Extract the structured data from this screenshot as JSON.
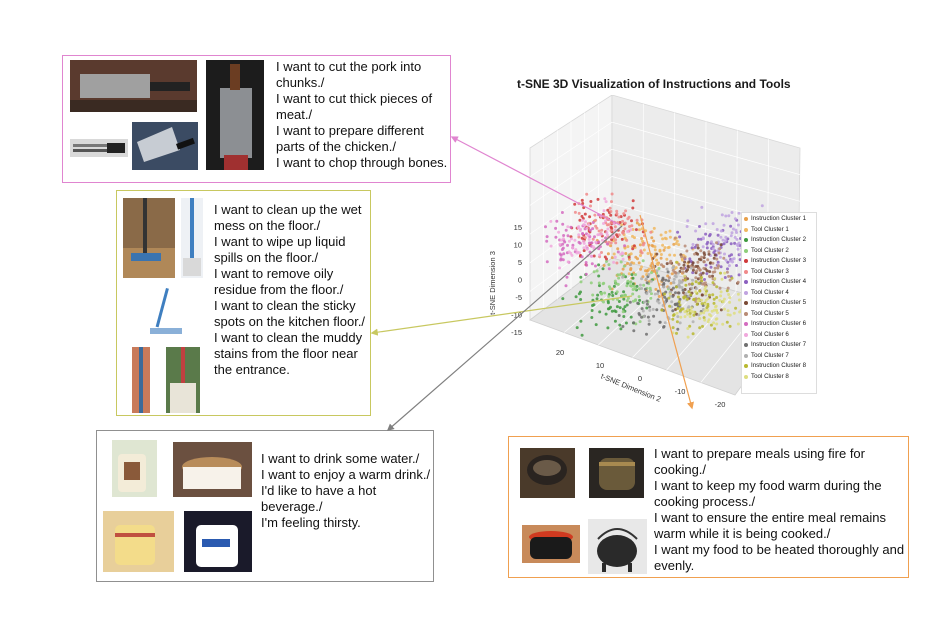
{
  "chart_data": {
    "type": "scatter",
    "title": "t-SNE 3D Visualization of Instructions and Tools",
    "xlabel": "t-SNE Dimension 2",
    "ylabel": "t-SNE Dimension 3",
    "z_ticks": [
      "15",
      "10",
      "5",
      "0",
      "-5",
      "-10",
      "-15"
    ],
    "x_ticks": [
      "20",
      "10",
      "0",
      "-10",
      "-20"
    ],
    "grid": true,
    "legend_position": "right",
    "series": [
      {
        "name": "Instruction Cluster 1",
        "color": "#e8a04a"
      },
      {
        "name": "Tool Cluster 1",
        "color": "#f0b860"
      },
      {
        "name": "Instruction Cluster 2",
        "color": "#3f9a3f"
      },
      {
        "name": "Tool Cluster 2",
        "color": "#8fcf7a"
      },
      {
        "name": "Instruction Cluster 3",
        "color": "#d03a3a"
      },
      {
        "name": "Tool Cluster 3",
        "color": "#f08a8a"
      },
      {
        "name": "Instruction Cluster 4",
        "color": "#8b5fbf"
      },
      {
        "name": "Tool Cluster 4",
        "color": "#c0a3e0"
      },
      {
        "name": "Instruction Cluster 5",
        "color": "#7a4a35"
      },
      {
        "name": "Tool Cluster 5",
        "color": "#b88b75"
      },
      {
        "name": "Instruction Cluster 6",
        "color": "#d36bbf"
      },
      {
        "name": "Tool Cluster 6",
        "color": "#f0a8dc"
      },
      {
        "name": "Instruction Cluster 7",
        "color": "#707070"
      },
      {
        "name": "Tool Cluster 7",
        "color": "#b0b0b0"
      },
      {
        "name": "Instruction Cluster 8",
        "color": "#b8b830"
      },
      {
        "name": "Tool Cluster 8",
        "color": "#dede80"
      }
    ]
  },
  "callouts": {
    "knife": {
      "lines": [
        "I want to cut the pork into chunks./",
        "I want to cut thick pieces of meat./",
        "I want to prepare different parts of the chicken./",
        "I want to chop through bones."
      ],
      "border_color": "#e085d0"
    },
    "mop": {
      "lines": [
        "I want to clean up the wet mess on the floor./",
        "I want to wipe up liquid spills on the floor./",
        "I want to remove oily residue from the floor./",
        "I want to clean the sticky spots on the kitchen floor./",
        "I want to clean the muddy stains from the floor near the entrance."
      ],
      "border_color": "#c8c860"
    },
    "cup": {
      "lines": [
        "I want to drink some water./",
        "I want to enjoy a warm drink./",
        "I'd like to have a hot beverage./",
        "I'm feeling thirsty."
      ],
      "border_color": "#909090"
    },
    "pot": {
      "lines": [
        "I want to prepare meals using fire for cooking./",
        "I want to keep my food warm during the cooking process./",
        "I want to ensure the entire meal remains warm while it is being cooked./",
        "I want my food to be heated thoroughly and evenly."
      ],
      "border_color": "#f0a050"
    }
  }
}
